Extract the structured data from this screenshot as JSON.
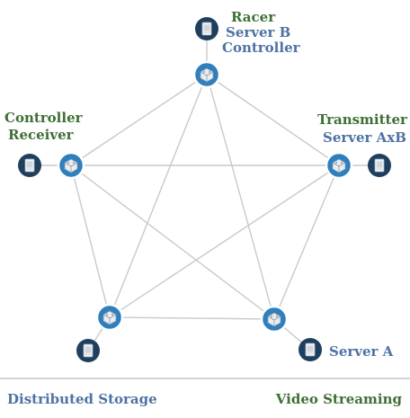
{
  "nodes": [
    {
      "id": "top",
      "server_icon": "server-icon",
      "router_icon": "router-icon",
      "labels": [
        {
          "text": "Racer",
          "kind": "name"
        },
        {
          "text": "Server B",
          "kind": "role"
        },
        {
          "text": "Controller",
          "kind": "role"
        }
      ]
    },
    {
      "id": "right",
      "server_icon": "server-icon",
      "router_icon": "router-icon",
      "labels": [
        {
          "text": "Transmitter",
          "kind": "name"
        },
        {
          "text": "Server AxB",
          "kind": "role"
        }
      ]
    },
    {
      "id": "bottom-right",
      "server_icon": "server-icon",
      "router_icon": "router-icon",
      "labels": [
        {
          "text": "Server A",
          "kind": "role"
        }
      ]
    },
    {
      "id": "bottom-left",
      "server_icon": "server-icon",
      "router_icon": "router-icon",
      "labels": []
    },
    {
      "id": "left",
      "server_icon": "server-icon",
      "router_icon": "router-icon",
      "labels": [
        {
          "text": "Controller",
          "kind": "name"
        },
        {
          "text": "Receiver",
          "kind": "name"
        }
      ]
    }
  ],
  "edges": [
    [
      "top",
      "left"
    ],
    [
      "top",
      "right"
    ],
    [
      "top",
      "bottom-left"
    ],
    [
      "top",
      "bottom-right"
    ],
    [
      "left",
      "right"
    ],
    [
      "left",
      "bottom-left"
    ],
    [
      "left",
      "bottom-right"
    ],
    [
      "right",
      "bottom-left"
    ],
    [
      "right",
      "bottom-right"
    ],
    [
      "bottom-left",
      "bottom-right"
    ]
  ],
  "footer": {
    "left_text": "Distributed Storage",
    "right_text": "Video Streaming"
  },
  "colors": {
    "name_label": "#3f6f36",
    "role_label": "#4e72a3",
    "router_fill": "#2e7fbe",
    "server_fill": "#1f3f5e",
    "edge": "#c9c9c9"
  }
}
